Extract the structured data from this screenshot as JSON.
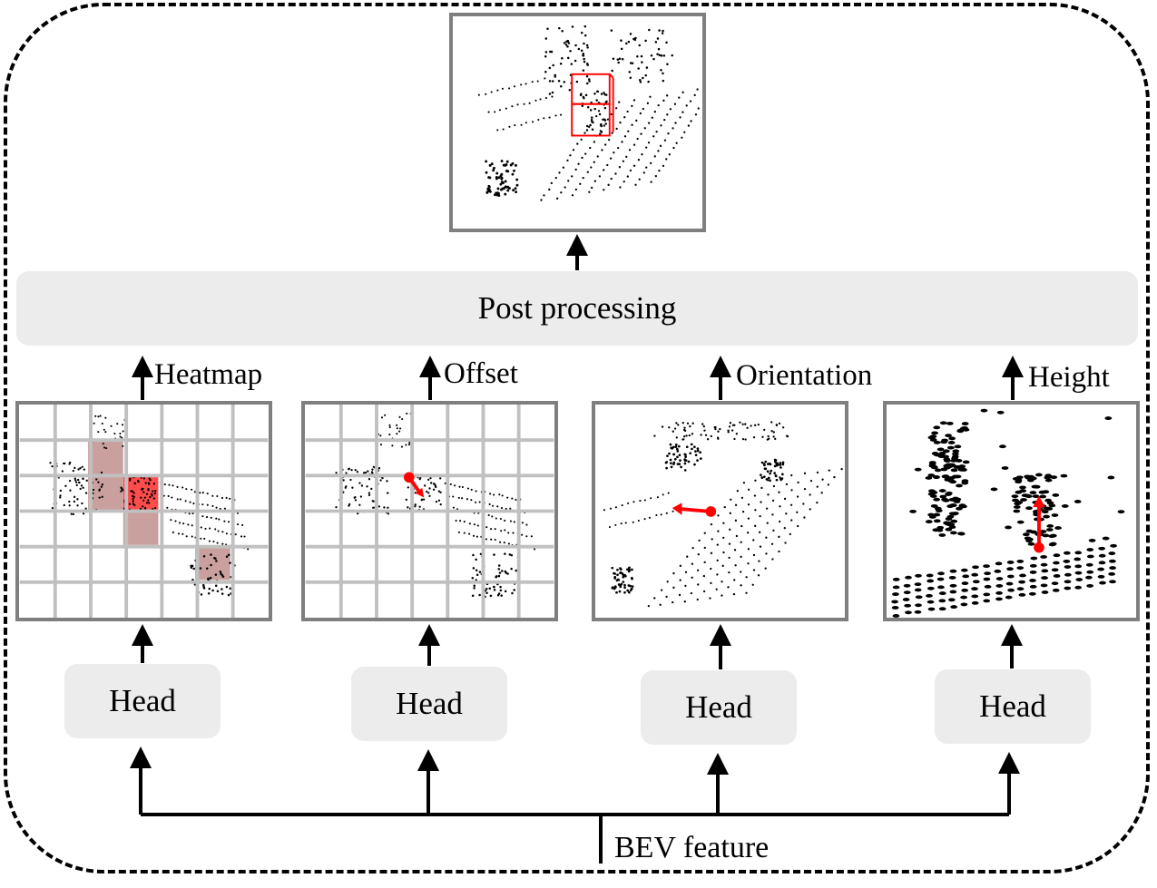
{
  "post_processing": {
    "label": "Post processing"
  },
  "outputs": [
    {
      "label": "Heatmap"
    },
    {
      "label": "Offset"
    },
    {
      "label": "Orientation"
    },
    {
      "label": "Height"
    }
  ],
  "heads": [
    {
      "label": "Head"
    },
    {
      "label": "Head"
    },
    {
      "label": "Head"
    },
    {
      "label": "Head"
    }
  ],
  "input": {
    "label": "BEV feature"
  },
  "colors": {
    "accent_red": "#ff0000",
    "heat_red": "#ff4d4d",
    "heat_pink": "#c9a09e",
    "grid_gray": "#c0c0c0",
    "panel_border": "#7f7f7f",
    "box_fill": "#ececec"
  }
}
